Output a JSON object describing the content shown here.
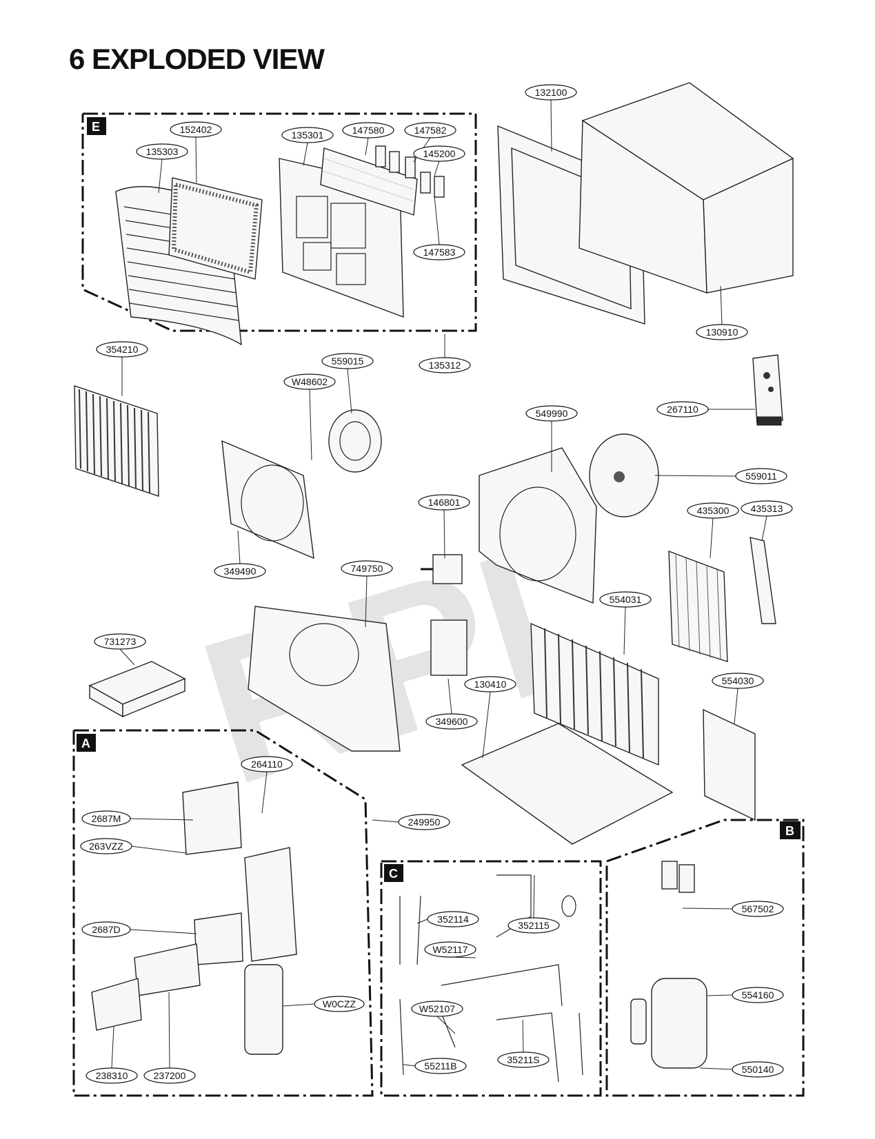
{
  "title": "6  EXPLODED VIEW",
  "watermark": "RPI",
  "sections": [
    "E",
    "A",
    "B",
    "C"
  ],
  "part_labels": [
    "132100",
    "152402",
    "135301",
    "147580",
    "147582",
    "135303",
    "145200",
    "147583",
    "130910",
    "135312",
    "354210",
    "559015",
    "W48602",
    "267110",
    "549990",
    "559011",
    "435300",
    "435313",
    "146801",
    "349490",
    "749750",
    "554031",
    "731273",
    "130410",
    "554030",
    "349600",
    "264110",
    "2687M",
    "249950",
    "263VZZ",
    "2687D",
    "W0CZZ",
    "238310",
    "237200",
    "352114",
    "352115",
    "W52117",
    "567502",
    "W52107",
    "554160",
    "55211B",
    "35211S",
    "550140"
  ]
}
